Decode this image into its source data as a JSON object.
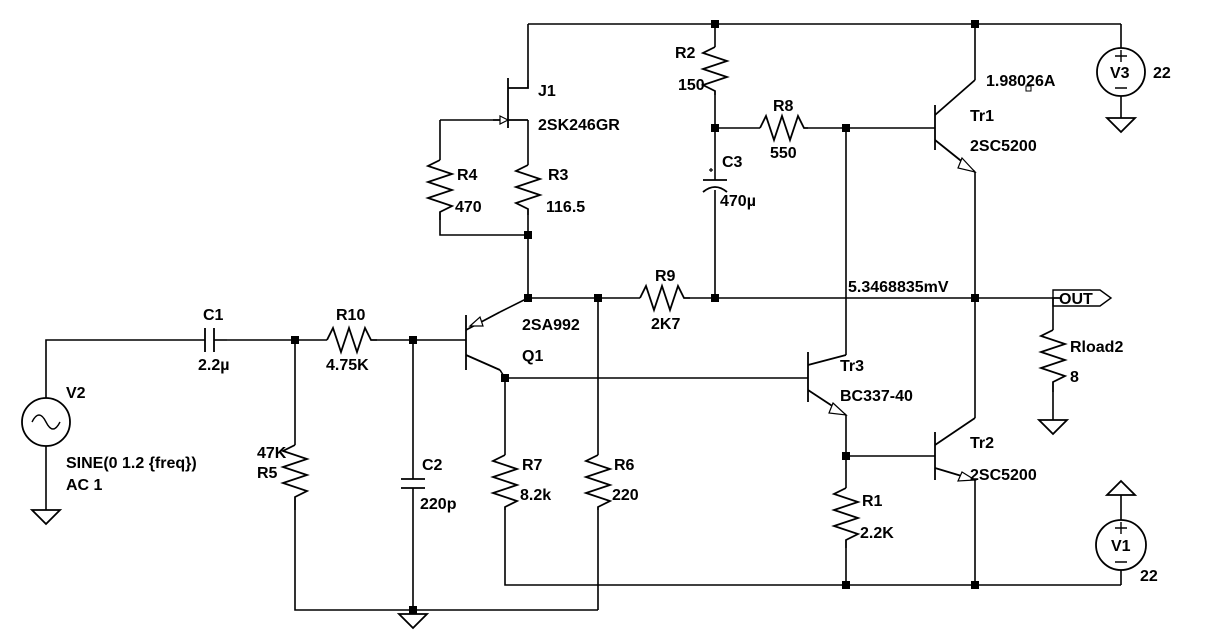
{
  "labels": {
    "J1": "J1",
    "J1_part": "2SK246GR",
    "R2": "R2",
    "R2_val": "150",
    "R8": "R8",
    "R8_val": "550",
    "Tr1": "Tr1",
    "Tr1_part": "2SC5200",
    "Tr1_current": "1.98026A",
    "V3": "V3",
    "V3_val": "22",
    "C3": "C3",
    "C3_val": "470µ",
    "R4": "R4",
    "R4_val": "470",
    "R3": "R3",
    "R3_val": "116.5",
    "R9": "R9",
    "R9_val": "2K7",
    "out_voltage": "5.3468835mV",
    "out_flag": "OUT",
    "C1": "C1",
    "C1_val": "2.2µ",
    "R10": "R10",
    "R10_val": "4.75K",
    "Q1_part": "2SA992",
    "Q1": "Q1",
    "Rload2": "Rload2",
    "Rload2_val": "8",
    "V2": "V2",
    "V2_val": "SINE(0 1.2 {freq})",
    "V2_ac": "AC 1",
    "Tr3": "Tr3",
    "Tr3_part": "BC337-40",
    "R5_val": "47K",
    "R5": "R5",
    "C2": "C2",
    "C2_val": "220p",
    "R7": "R7",
    "R7_val": "8.2k",
    "R6": "R6",
    "R6_val": "220",
    "Tr2": "Tr2",
    "Tr2_part": "2SC5200",
    "R1": "R1",
    "R1_val": "2.2K",
    "V1": "V1",
    "V1_val": "22"
  }
}
